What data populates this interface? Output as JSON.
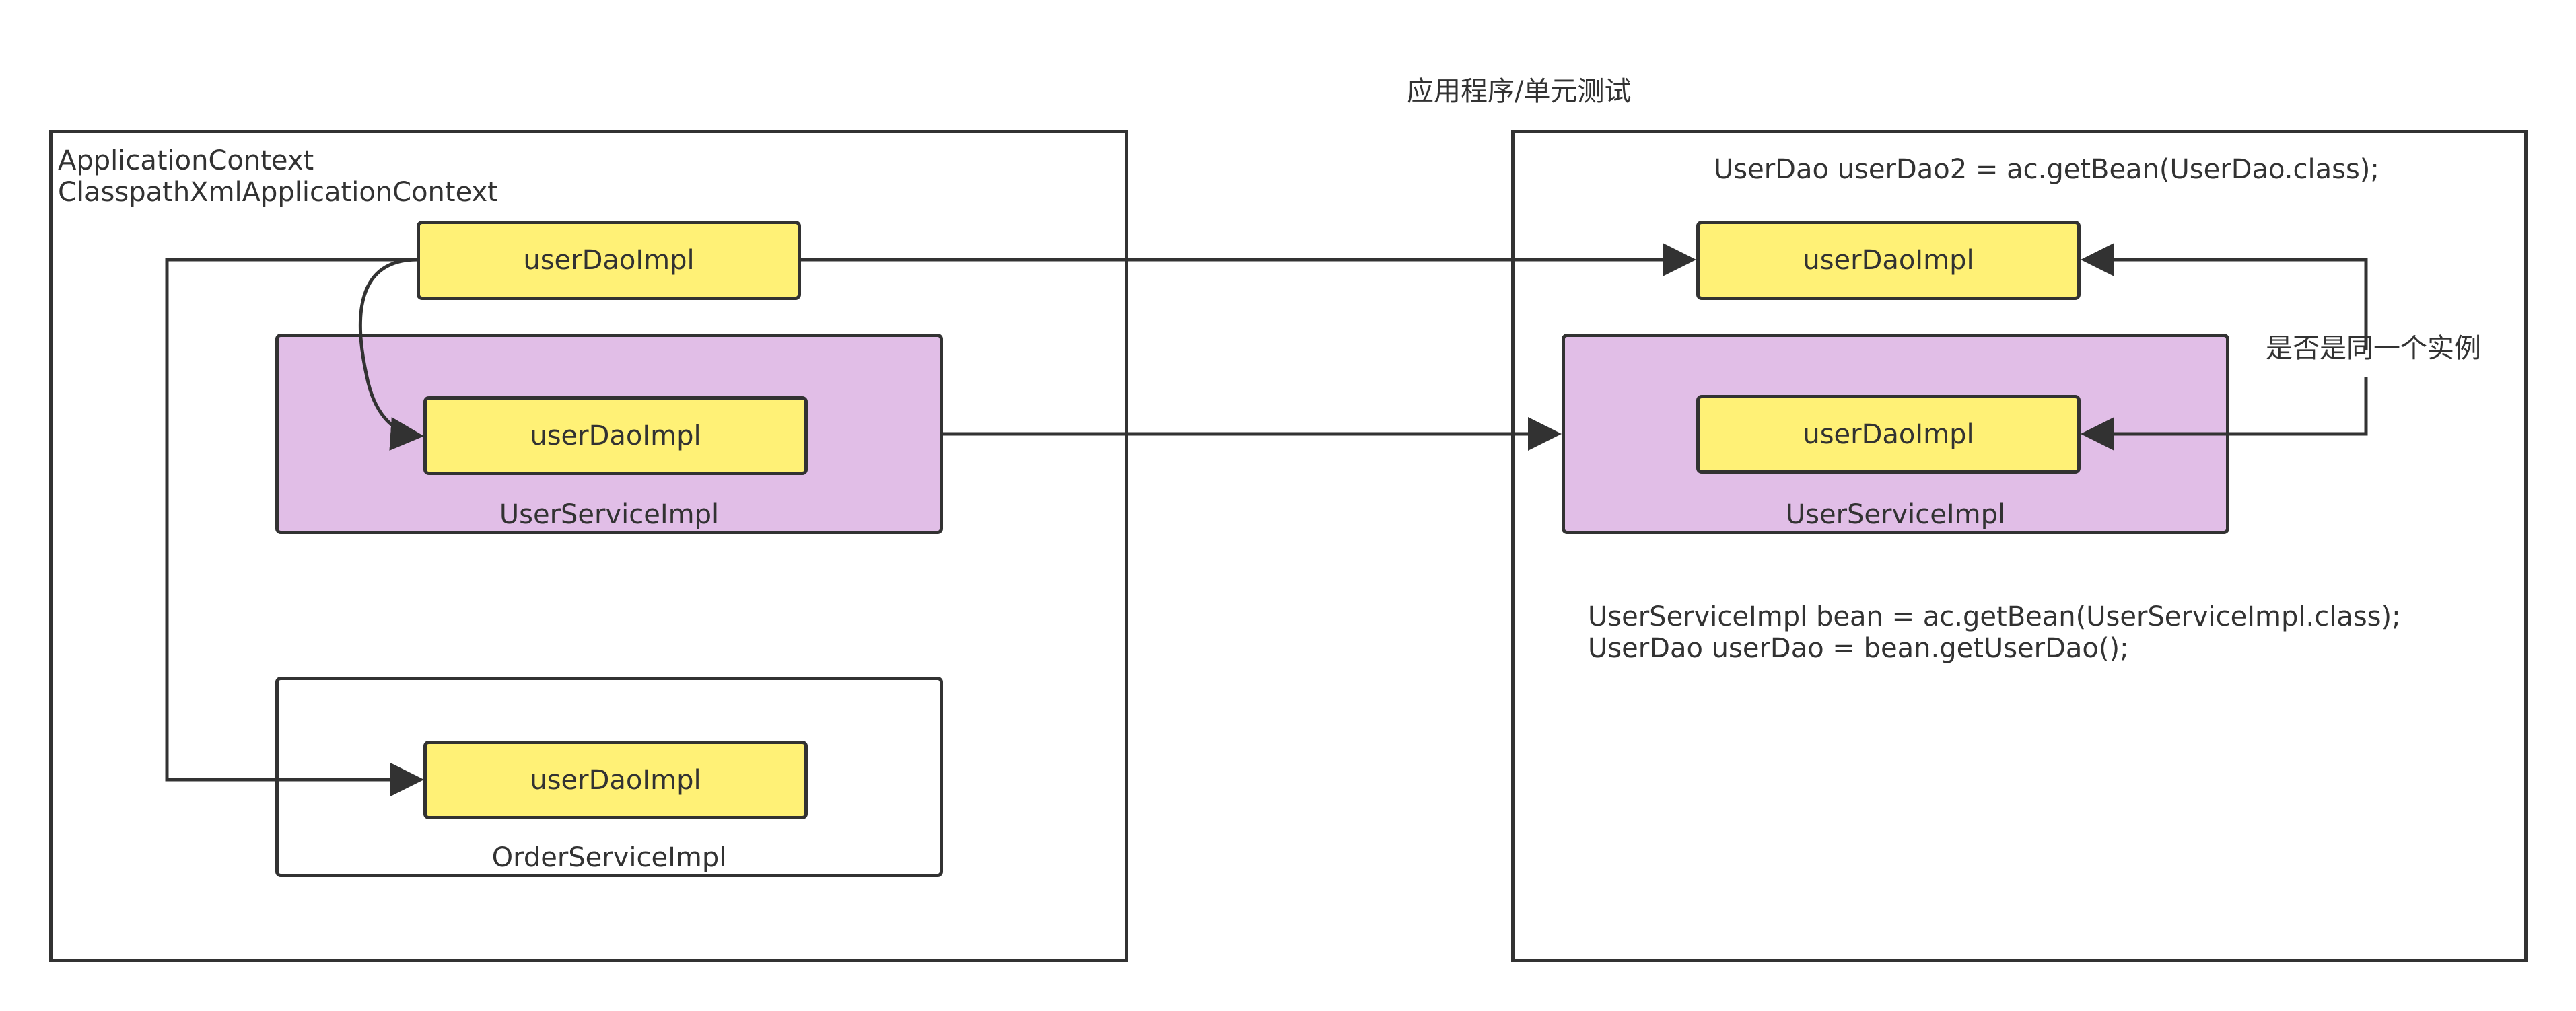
{
  "heading": "应用程序/单元测试",
  "left_container": {
    "line1": "ApplicationContext",
    "line2": "ClasspathXmlApplicationContext",
    "top_bean": "userDaoImpl",
    "user_service": {
      "bean": "userDaoImpl",
      "label": "UserServiceImpl"
    },
    "order_service": {
      "bean": "userDaoImpl",
      "label": "OrderServiceImpl"
    }
  },
  "right_container": {
    "code_top": "UserDao userDao2 = ac.getBean(UserDao.class);",
    "top_bean": "userDaoImpl",
    "user_service": {
      "bean": "userDaoImpl",
      "label": "UserServiceImpl"
    },
    "code_bottom_line1": "UserServiceImpl bean = ac.getBean(UserServiceImpl.class);",
    "code_bottom_line2": "UserDao userDao = bean.getUserDao();",
    "comparison_label": "是否是同一个实例"
  },
  "colors": {
    "bean_fill": "#fff176",
    "service_fill": "#e1bee7",
    "stroke": "#323232"
  }
}
